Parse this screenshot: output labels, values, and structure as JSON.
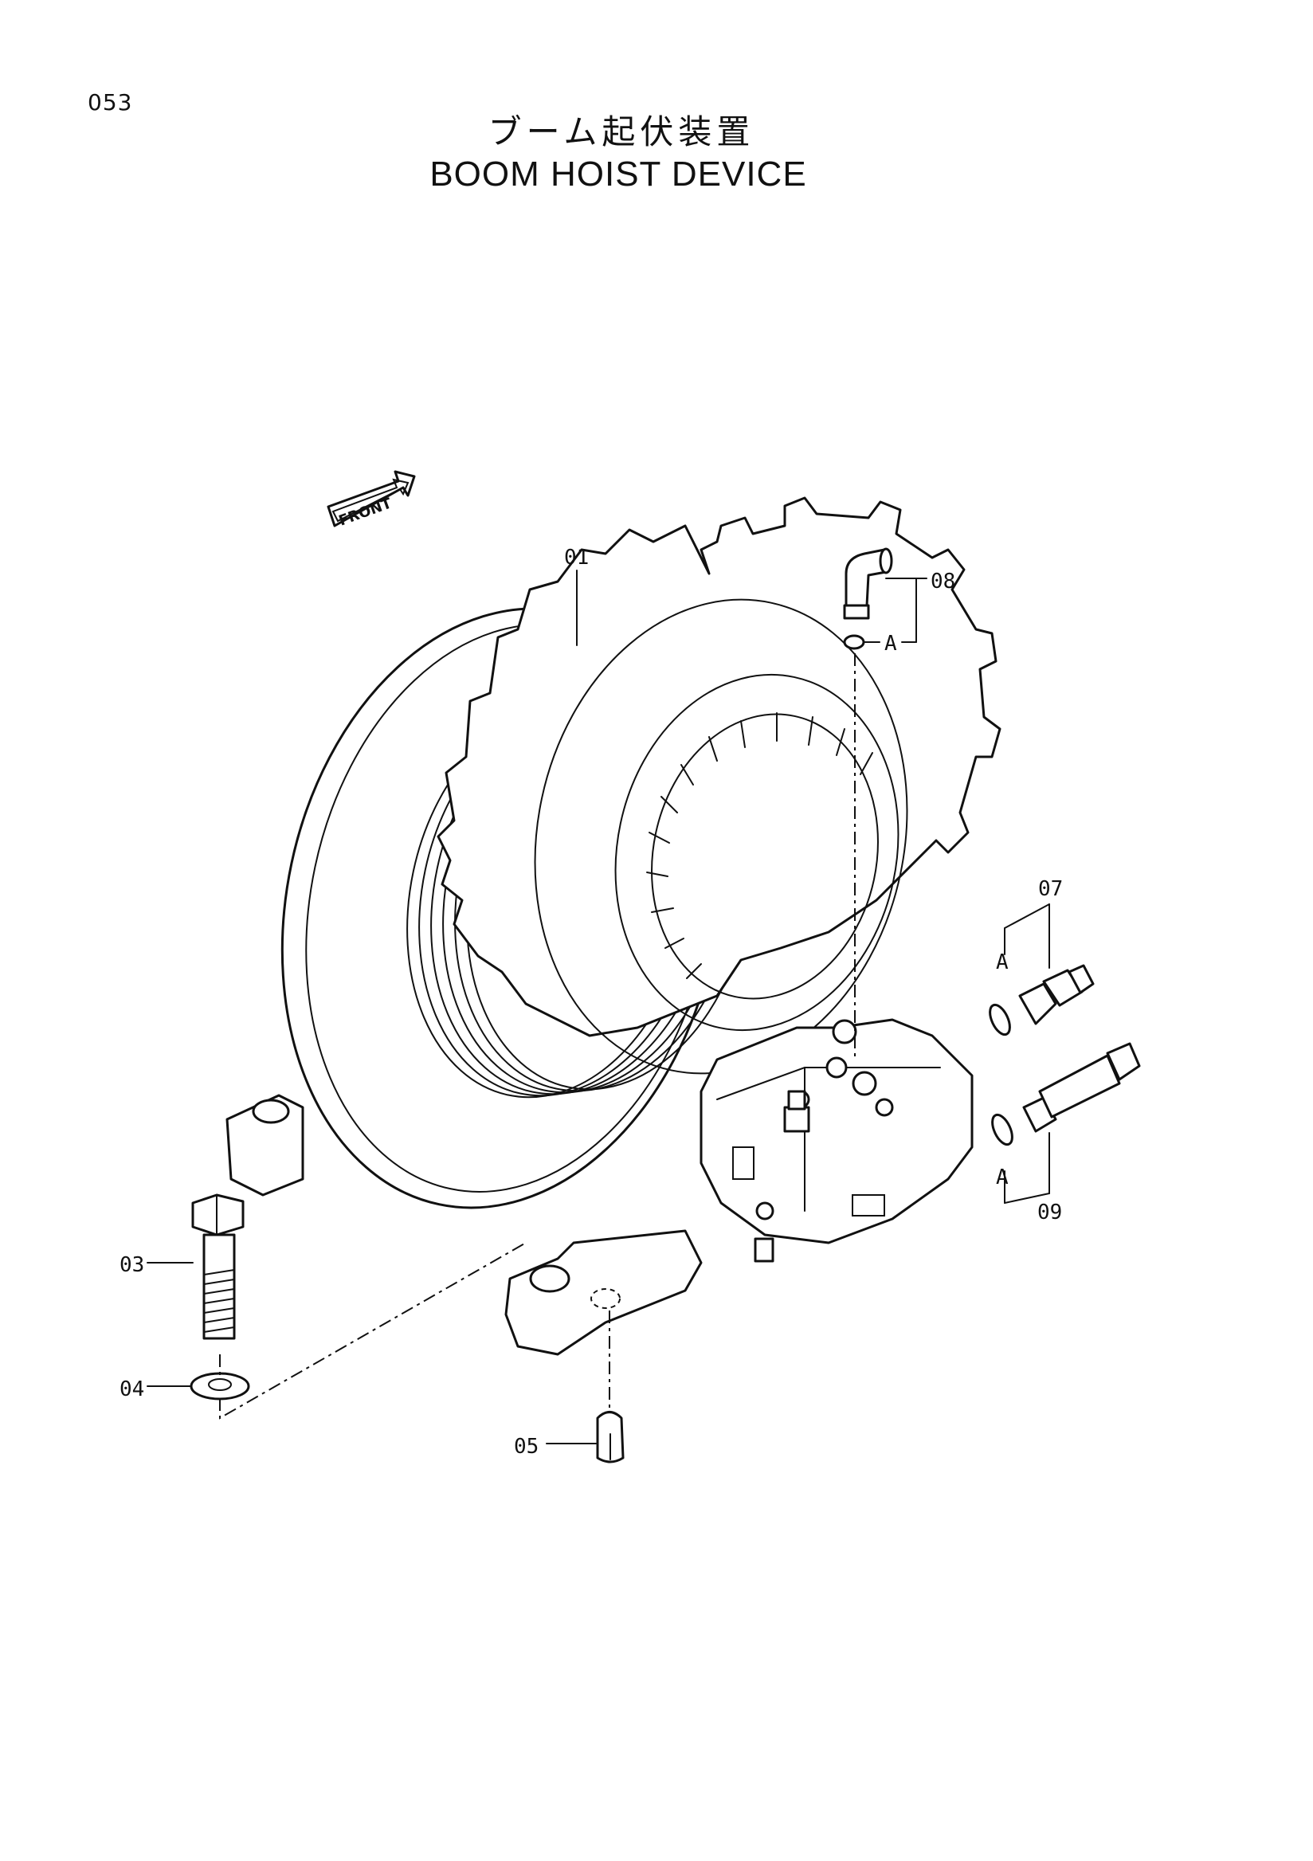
{
  "page_number": "053",
  "title_jp": "ブーム起伏装置",
  "title_en": "BOOM HOIST DEVICE",
  "front_marker": "FRONT",
  "callouts": {
    "c01": "01",
    "c03": "03",
    "c04": "04",
    "c05": "05",
    "c07": "07",
    "c08": "08",
    "c09": "09"
  },
  "ref_labels": {
    "a_top": "A",
    "a_07": "A",
    "a_09": "A"
  }
}
